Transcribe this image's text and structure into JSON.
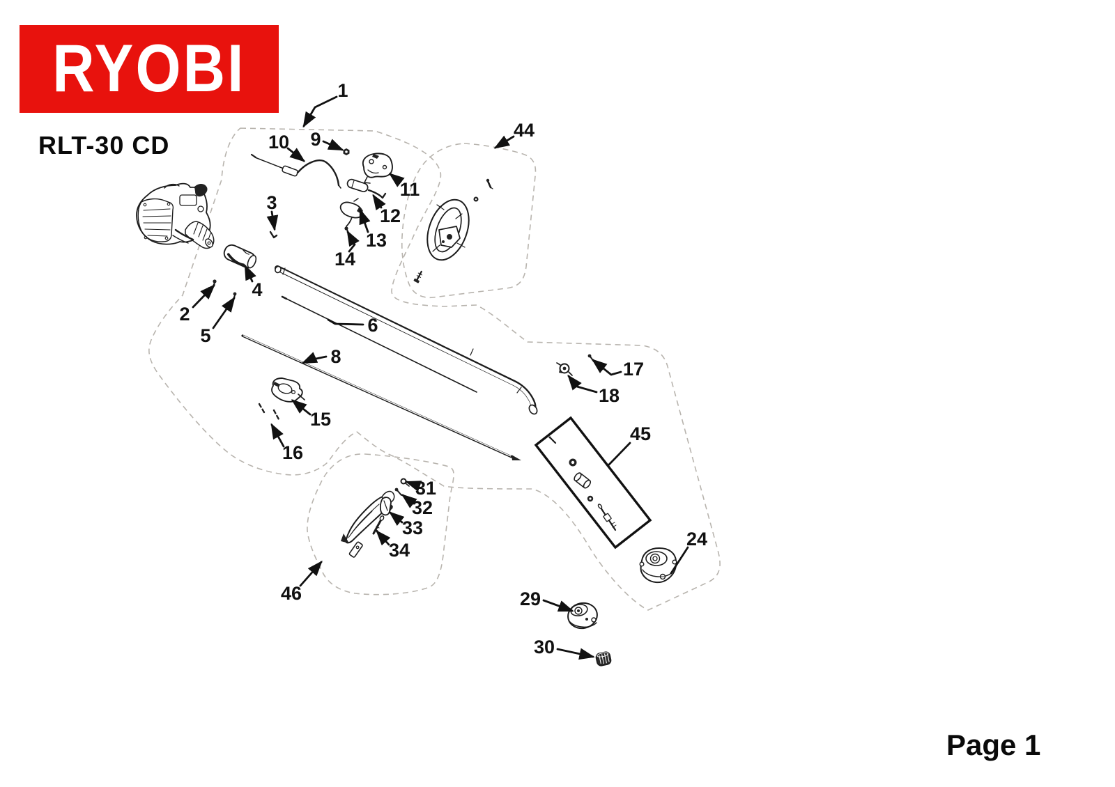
{
  "header": {
    "brand": "RYOBI",
    "model": "RLT-30 CD"
  },
  "footer": {
    "page_label": "Page 1"
  },
  "colors": {
    "brand_red": "#e8120d",
    "logo_text": "#ffffff",
    "line": "#1c1c1c",
    "dash_outline": "#b8b4ae"
  },
  "callouts": [
    {
      "label": "1"
    },
    {
      "label": "2"
    },
    {
      "label": "3"
    },
    {
      "label": "4"
    },
    {
      "label": "5"
    },
    {
      "label": "6"
    },
    {
      "label": "8"
    },
    {
      "label": "9"
    },
    {
      "label": "10"
    },
    {
      "label": "11"
    },
    {
      "label": "12"
    },
    {
      "label": "13"
    },
    {
      "label": "14"
    },
    {
      "label": "15"
    },
    {
      "label": "16"
    },
    {
      "label": "17"
    },
    {
      "label": "18"
    },
    {
      "label": "24"
    },
    {
      "label": "29"
    },
    {
      "label": "30"
    },
    {
      "label": "31"
    },
    {
      "label": "32"
    },
    {
      "label": "33"
    },
    {
      "label": "34"
    },
    {
      "label": "44"
    },
    {
      "label": "45"
    },
    {
      "label": "46"
    }
  ]
}
